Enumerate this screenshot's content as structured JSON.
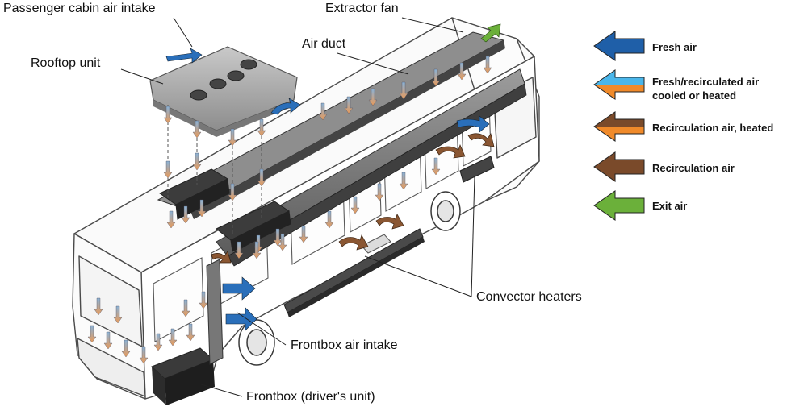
{
  "callouts": {
    "passenger_cabin_air_intake": "Passenger cabin air intake",
    "rooftop_unit": "Rooftop unit",
    "air_duct": "Air duct",
    "extractor_fan": "Extractor fan",
    "convector_heaters": "Convector heaters",
    "frontbox_air_intake": "Frontbox air intake",
    "frontbox_drivers_unit": "Frontbox (driver's unit)"
  },
  "legend": [
    {
      "label": "Fresh air",
      "colors": [
        "#1f5fa8"
      ],
      "icon": "fresh-air-arrow-icon"
    },
    {
      "label": "Fresh/recirculated air cooled or heated",
      "colors": [
        "#4ab6ea",
        "#f08a2a"
      ],
      "icon": "conditioned-air-arrow-icon"
    },
    {
      "label": "Recirculation air, heated",
      "colors": [
        "#7a4a2a",
        "#f08a2a"
      ],
      "icon": "recirculation-heated-arrow-icon"
    },
    {
      "label": "Recirculation air",
      "colors": [
        "#7a4a2a"
      ],
      "icon": "recirculation-air-arrow-icon"
    },
    {
      "label": "Exit air",
      "colors": [
        "#6bb03a"
      ],
      "icon": "exit-air-arrow-icon"
    }
  ]
}
